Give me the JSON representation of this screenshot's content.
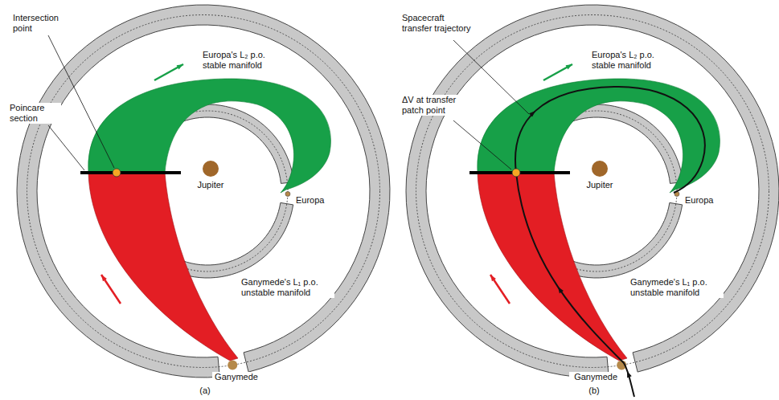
{
  "diagram": {
    "labels": [
      "Intersection point",
      "Poincare section",
      "Europa's L₂ p.o. stable manifold",
      "Jupiter",
      "Europa",
      "Ganymede's L₁ p.o. unstable manifold",
      "Ganymede",
      "(a)",
      "Spacecraft transfer trajectory",
      "Europa's L₂ p.o. stable manifold",
      "ΔV at transfer patch point",
      "Jupiter",
      "Europa",
      "Ganymede's L₁ p.o. unstable manifold",
      "Ganymede",
      "(b)"
    ]
  }
}
